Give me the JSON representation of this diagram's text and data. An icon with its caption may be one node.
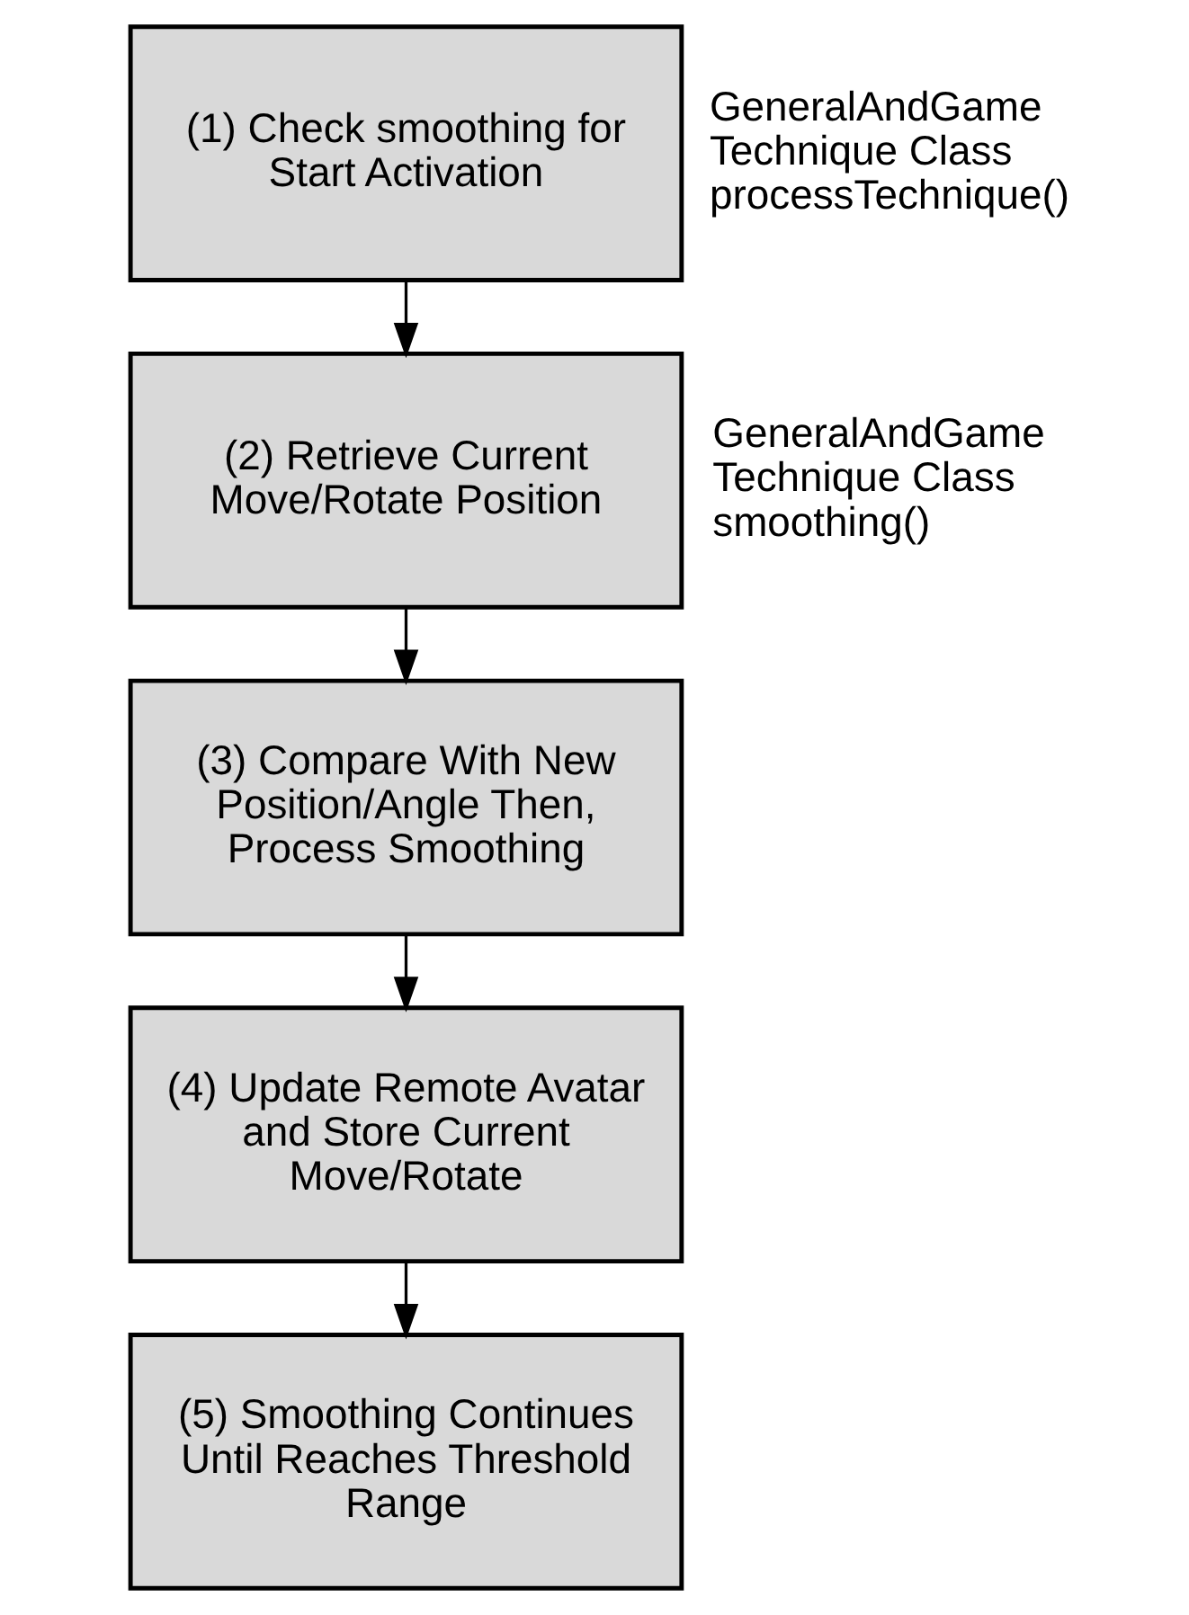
{
  "diagram": {
    "nodes": [
      {
        "text": [
          "(1) Check smoothing for Start Activation"
        ],
        "beside": [
          "GeneralAndGame Technique Class processTechnique()"
        ]
      },
      {
        "text": [
          "(2) Retrieve Current Move/Rotate Position"
        ],
        "beside": [
          "GeneralAndGame Technique Class smoothing()"
        ]
      },
      {
        "text": [
          "(3) Compare With New Position/Angle Then, Process Smoothing"
        ]
      },
      {
        "text": [
          "(4) Update Remote Avatar and Store Current Move/Rotate"
        ]
      },
      {
        "text": [
          "(5) Smoothing Continues Until Reaches Threshold Range"
        ]
      }
    ],
    "edges": [
      {
        "from": 0,
        "to": 1,
        "arrow": "to"
      },
      {
        "from": 1,
        "to": 2,
        "arrow": "to"
      },
      {
        "from": 2,
        "to": 3,
        "arrow": "to"
      },
      {
        "from": 3,
        "to": 4,
        "arrow": "to"
      }
    ]
  }
}
